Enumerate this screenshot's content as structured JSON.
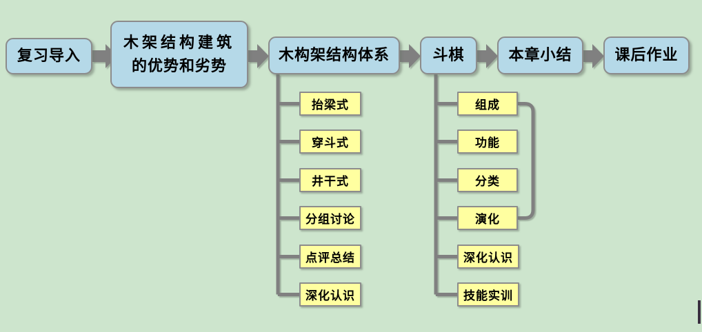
{
  "diagram": {
    "title": "木架结构建筑课程流程图",
    "type": "flowchart",
    "background_color": "#cde5cd",
    "main_node_color": "#b5d9e8",
    "sub_node_color": "#ffffa0",
    "border_color": "#8c8c8c",
    "connector_color": "#808080"
  },
  "main_flow": [
    {
      "id": "m1",
      "lines": [
        "复习导入"
      ],
      "font_size": 22
    },
    {
      "id": "m2",
      "lines": [
        "木架结构建筑",
        "的优势和劣势"
      ],
      "font_size": 22
    },
    {
      "id": "m3",
      "lines": [
        "木构架结构体系"
      ],
      "font_size": 22
    },
    {
      "id": "m4",
      "lines": [
        "斗棋"
      ],
      "font_size": 22
    },
    {
      "id": "m5",
      "lines": [
        "本章小结"
      ],
      "font_size": 22
    },
    {
      "id": "m6",
      "lines": [
        "课后作业"
      ],
      "font_size": 22
    }
  ],
  "branch_left": {
    "parent": "木构架结构体系",
    "items": [
      {
        "label": "抬梁式"
      },
      {
        "label": "穿斗式"
      },
      {
        "label": "井干式"
      },
      {
        "label": "分组讨论"
      },
      {
        "label": "点评总结"
      },
      {
        "label": "深化认识"
      }
    ]
  },
  "branch_right": {
    "parent": "斗棋",
    "items": [
      {
        "label": "组成"
      },
      {
        "label": "功能"
      },
      {
        "label": "分类"
      },
      {
        "label": "演化"
      },
      {
        "label": "深化认识"
      },
      {
        "label": "技能实训"
      }
    ],
    "group_bracket": {
      "from": "组成",
      "to": "演化"
    }
  },
  "arrows": [
    {
      "from": "复习导入",
      "to": "木架结构建筑的优势和劣势"
    },
    {
      "from": "木架结构建筑的优势和劣势",
      "to": "木构架结构体系"
    },
    {
      "from": "木构架结构体系",
      "to": "斗棋"
    },
    {
      "from": "斗棋",
      "to": "本章小结"
    },
    {
      "from": "本章小结",
      "to": "课后作业"
    }
  ]
}
